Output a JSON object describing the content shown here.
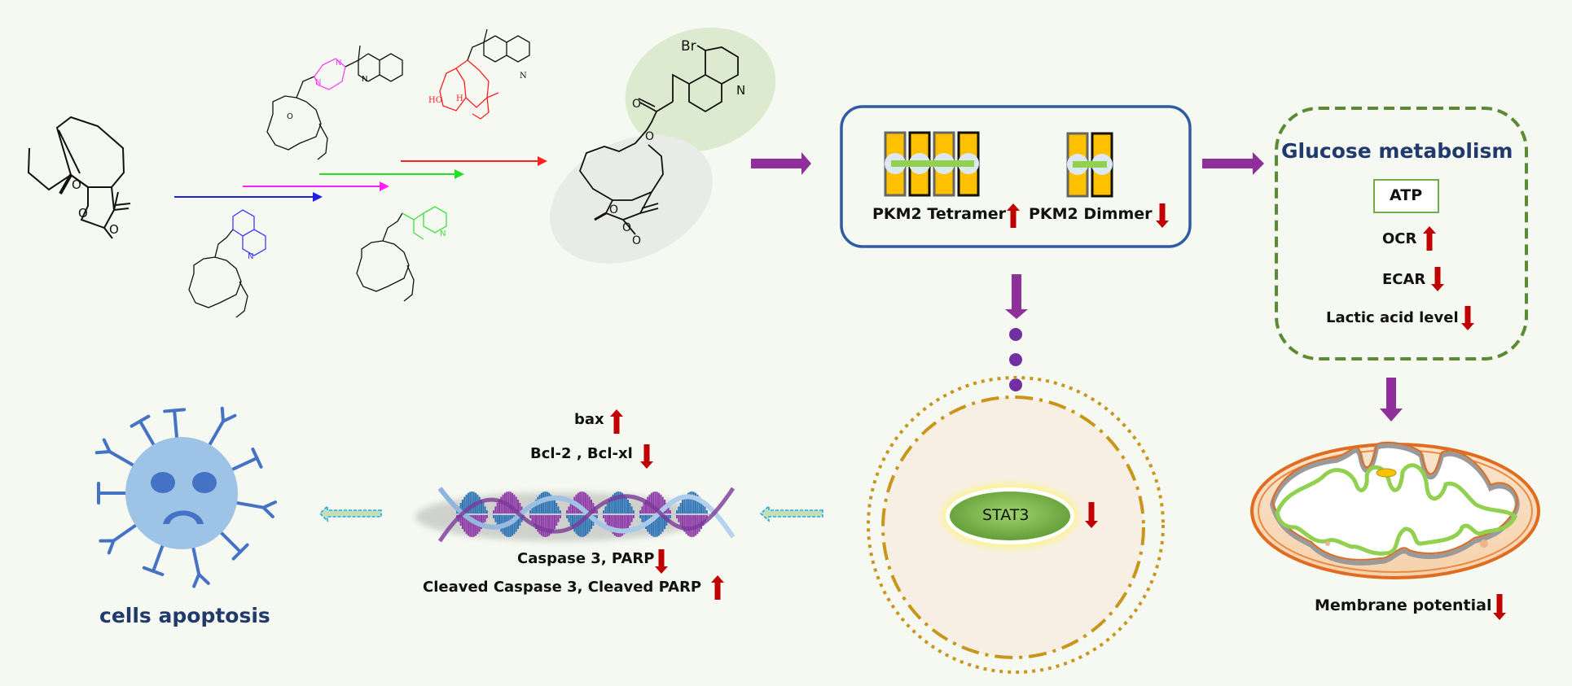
{
  "figure": {
    "type": "graphical abstract / signaling pathway diagram",
    "colors": {
      "background": "#f6f9f2",
      "up_down_arrow": "#c00000",
      "flow_arrow": "#8e2f9a",
      "pkm2_box_border": "#2e5ba4",
      "glucose_box_border": "#5a8a32",
      "title_blue": "#1f3a6b"
    }
  },
  "synthesis": {
    "parent_compound": "parthenolide-type sesquiterpene lactone",
    "intermediates": [
      {
        "name": "quinoline-2-carbonyl ester",
        "highlight_color": "#3b3bff",
        "arrow_color": "#2020e0"
      },
      {
        "name": "quinoline-2-carbonyl diazepane amide",
        "highlight_color": "#ff40ff",
        "arrow_color": "#ff20ff"
      },
      {
        "name": "quinoline-6-carbonyl ester",
        "highlight_color": "#3ee03e",
        "arrow_color": "#22e022"
      },
      {
        "name": "guaianolide quinoline-6-carbonyl ester",
        "highlight_color": "#ff2020",
        "arrow_color": "#ff2020"
      }
    ],
    "lead_compound": {
      "bromine_label": "Br",
      "nitrogen_label": "N",
      "oxygen_label": "O"
    },
    "atom_labels": {
      "O": "O",
      "N": "N",
      "HO": "HO",
      "H": "H"
    }
  },
  "pkm2": {
    "tetramer_label": "PKM2 Tetramer",
    "tetramer_trend": "up",
    "dimer_label": "PKM2 Dimmer",
    "dimer_trend": "down"
  },
  "glucose": {
    "title": "Glucose metabolism",
    "atp_label": "ATP",
    "items": [
      {
        "label": "OCR",
        "trend": "up"
      },
      {
        "label": "ECAR",
        "trend": "down"
      },
      {
        "label": "Lactic acid level",
        "trend": "down"
      }
    ]
  },
  "mitochondria": {
    "label": "Membrane potential",
    "trend": "down"
  },
  "nucleus": {
    "protein_label": "STAT3",
    "trend": "down"
  },
  "dna": {
    "above": [
      {
        "label": "bax",
        "trend": "up"
      },
      {
        "label": "Bcl-2 , Bcl-xl",
        "trend": "down"
      }
    ],
    "below": [
      {
        "label": "Caspase 3, PARP",
        "trend": "down"
      },
      {
        "label": "Cleaved Caspase 3, Cleaved PARP",
        "trend": "up"
      }
    ]
  },
  "apoptosis": {
    "label": "cells apoptosis"
  }
}
